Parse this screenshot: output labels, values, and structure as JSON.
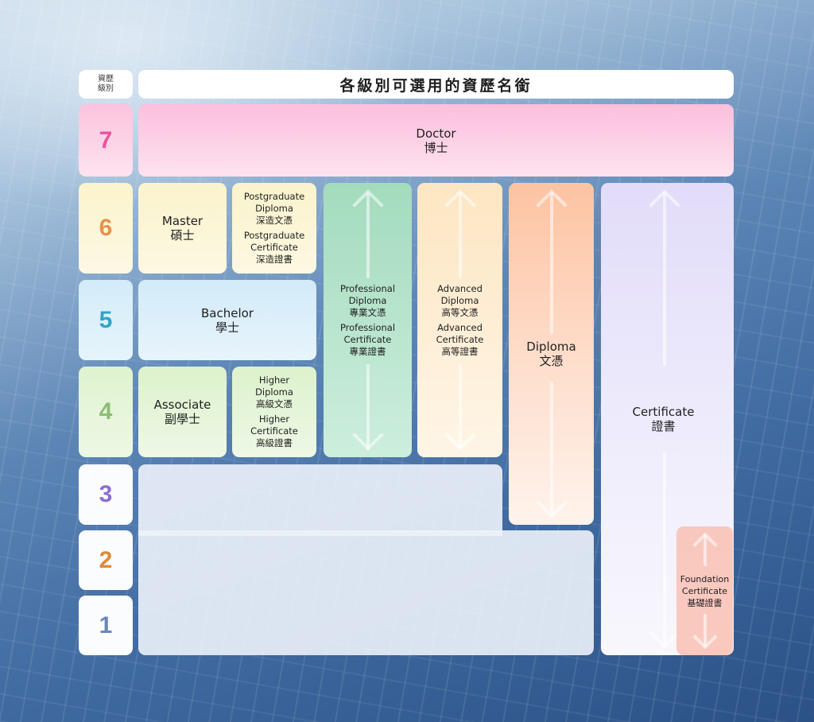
{
  "header": {
    "level_label_line1": "資歷",
    "level_label_line2": "級別",
    "title": "各級別可選用的資歷名銜"
  },
  "levels": [
    {
      "number": "7",
      "color": "#e8559a"
    },
    {
      "number": "6",
      "color": "#e8914a"
    },
    {
      "number": "5",
      "color": "#2fa3c9"
    },
    {
      "number": "4",
      "color": "#8cbc76"
    },
    {
      "number": "3",
      "color": "#8a6fd0"
    },
    {
      "number": "2",
      "color": "#e08a3c"
    },
    {
      "number": "1",
      "color": "#6b86b8"
    }
  ],
  "titles": {
    "doctor": {
      "en": "Doctor",
      "zh": "博士"
    },
    "master": {
      "en": "Master",
      "zh": "碩士"
    },
    "postgraduate": {
      "diploma_en": "Postgraduate Diploma",
      "diploma_zh": "深造文憑",
      "certificate_en": "Postgraduate Certificate",
      "certificate_zh": "深造證書"
    },
    "bachelor": {
      "en": "Bachelor",
      "zh": "學士"
    },
    "associate": {
      "en": "Associate",
      "zh": "副學士"
    },
    "higher": {
      "diploma_en": "Higher Diploma",
      "diploma_zh": "高級文憑",
      "certificate_en": "Higher Certificate",
      "certificate_zh": "高級證書"
    },
    "professional": {
      "diploma_en": "Professional Diploma",
      "diploma_zh": "專業文憑",
      "certificate_en": "Professional Certificate",
      "certificate_zh": "專業證書"
    },
    "advanced": {
      "diploma_en": "Advanced Diploma",
      "diploma_zh": "高等文憑",
      "certificate_en": "Advanced Certificate",
      "certificate_zh": "高等證書"
    },
    "diploma": {
      "en": "Diploma",
      "zh": "文憑"
    },
    "certificate": {
      "en": "Certificate",
      "zh": "證書"
    },
    "foundation": {
      "en": "Foundation Certificate",
      "zh": "基礎證書"
    }
  },
  "colors": {
    "doctor": "#fcc6e2",
    "level6": "#fbf6d4",
    "level5": "#d6eefa",
    "level4": "#e2f5d2",
    "professional": "#a6dcc0",
    "advanced": "#fee9c8",
    "diploma": "#fdc7a8",
    "certificate": "#e6e2fb",
    "foundation": "#f9c8bf"
  }
}
